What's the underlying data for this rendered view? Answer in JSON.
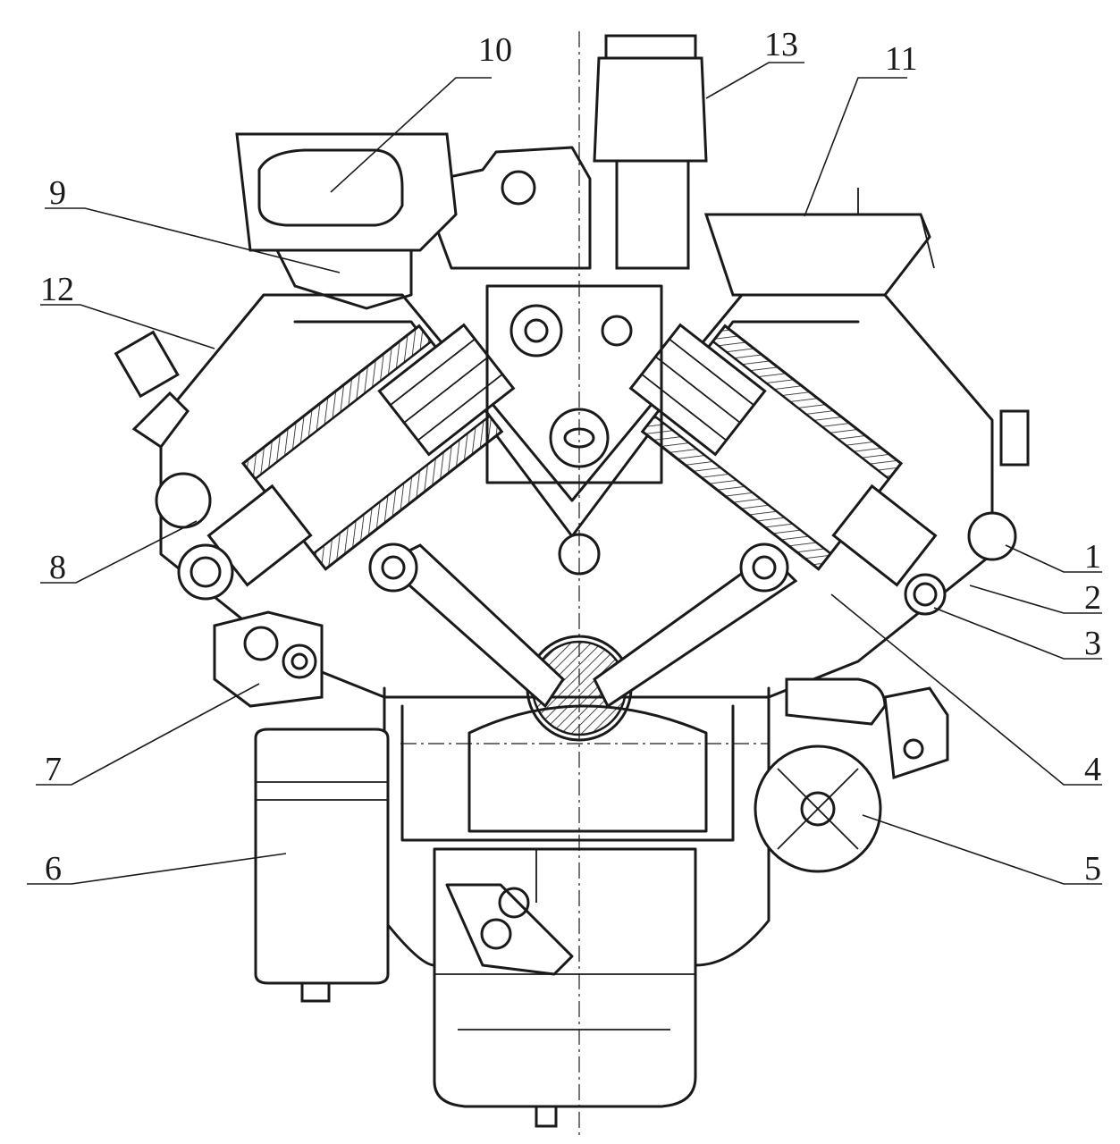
{
  "diagram": {
    "callouts": [
      {
        "id": "c1",
        "label": "1"
      },
      {
        "id": "c2",
        "label": "2"
      },
      {
        "id": "c3",
        "label": "3"
      },
      {
        "id": "c4",
        "label": "4"
      },
      {
        "id": "c5",
        "label": "5"
      },
      {
        "id": "c6",
        "label": "6"
      },
      {
        "id": "c7",
        "label": "7"
      },
      {
        "id": "c8",
        "label": "8"
      },
      {
        "id": "c9",
        "label": "9"
      },
      {
        "id": "c10",
        "label": "10"
      },
      {
        "id": "c11",
        "label": "11"
      },
      {
        "id": "c12",
        "label": "12"
      },
      {
        "id": "c13",
        "label": "13"
      }
    ],
    "colors": {
      "ink": "#1a1a1a",
      "paper": "#ffffff"
    }
  }
}
